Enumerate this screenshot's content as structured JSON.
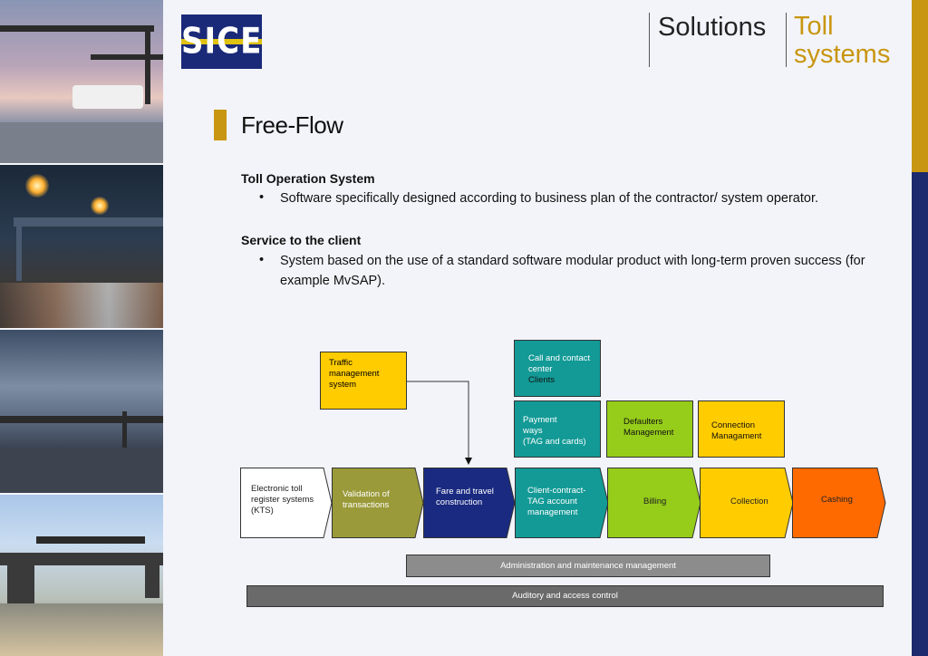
{
  "header": {
    "logo_text": "SICE",
    "section": "Solutions",
    "subsection_line1": "Toll",
    "subsection_line2": "systems"
  },
  "title": "Free-Flow",
  "sections": [
    {
      "heading": "Toll Operation System",
      "bullet": "Software specifically designed according to business plan of the contractor/ system operator."
    },
    {
      "heading": "Service to the client",
      "bullet_line1": "System based on the use of a standard software modular product with long-term proven success (for",
      "bullet_line2": "example MvSAP)."
    }
  ],
  "diagram": {
    "traffic": [
      "Traffic",
      "management",
      "system"
    ],
    "call": [
      "Call and contact",
      "center",
      "Clients"
    ],
    "payment": [
      "Payment",
      "ways",
      "(TAG and cards)"
    ],
    "defaulters": [
      "Defaulters",
      "Management"
    ],
    "connection": [
      "Connection",
      "Managament"
    ],
    "flow": [
      {
        "lines": [
          "Electronic toll",
          "register systems",
          "(KTS)"
        ],
        "color": "#ffffff",
        "text": "#222222"
      },
      {
        "lines": [
          "Validation of",
          "transactions"
        ],
        "color": "#9a9a3a",
        "text": "#ffffff"
      },
      {
        "lines": [
          "Fare and travel",
          "construction"
        ],
        "color": "#1a2a80",
        "text": "#ffffff"
      },
      {
        "lines": [
          "Client-contract-",
          "TAG account",
          "management"
        ],
        "color": "#139a96",
        "text": "#ffffff"
      },
      {
        "lines": [
          "Billing"
        ],
        "color": "#96cc1a",
        "text": "#222222"
      },
      {
        "lines": [
          "Collection"
        ],
        "color": "#ffcc00",
        "text": "#222222"
      },
      {
        "lines": [
          "Cashing"
        ],
        "color": "#ff6a00",
        "text": "#222222"
      }
    ],
    "admin": "Administration and maintenance management",
    "audit": "Auditory and access control"
  },
  "colors": {
    "gold": "#c89610",
    "navy": "#1d2a6e",
    "teal": "#139a96",
    "green": "#96cc1a",
    "yellow": "#ffcc00"
  }
}
